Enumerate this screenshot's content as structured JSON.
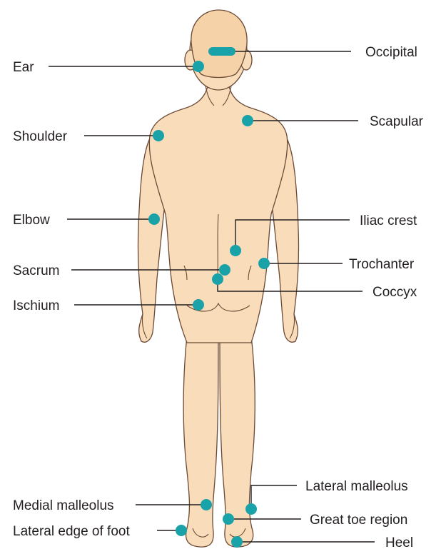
{
  "labels": {
    "occipital": "Occipital",
    "ear": "Ear",
    "scapular": "Scapular",
    "shoulder": "Shoulder",
    "elbow": "Elbow",
    "iliac_crest": "Iliac crest",
    "trochanter": "Trochanter",
    "sacrum": "Sacrum",
    "coccyx": "Coccyx",
    "ischium": "Ischium",
    "lateral_malleolus": "Lateral malleolus",
    "medial_malleolus": "Medial malleolus",
    "great_toe_region": "Great toe region",
    "lateral_edge_of_foot": "Lateral edge of foot",
    "heel": "Heel"
  },
  "colors": {
    "marker": "#1aa2a9",
    "skin": "#f9dcb9",
    "outline": "#6b4a36"
  }
}
